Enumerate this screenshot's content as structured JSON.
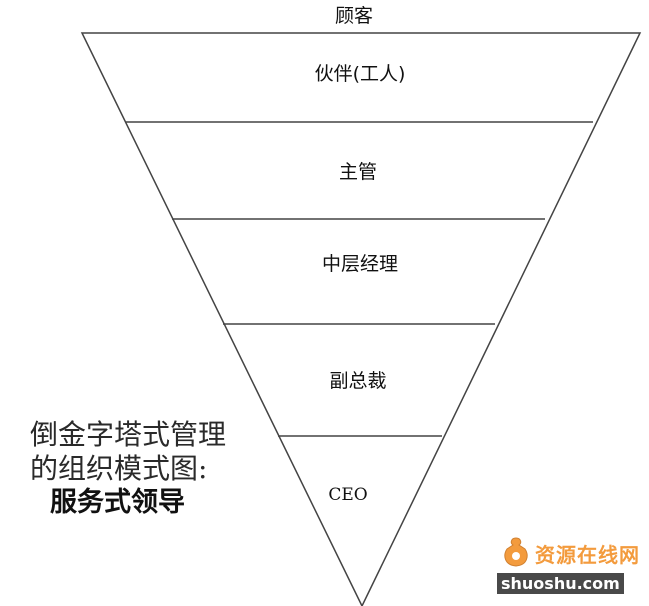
{
  "diagram": {
    "top_label": "顾客",
    "layers": [
      {
        "label": "伙伴(工人)"
      },
      {
        "label": "主管"
      },
      {
        "label": "中层经理"
      },
      {
        "label": "副总裁"
      },
      {
        "label": "CEO"
      }
    ]
  },
  "caption": {
    "line1": "倒金字塔式管理",
    "line2": "的组织模式图:",
    "line3": "服务式领导"
  },
  "watermark": {
    "brand": "资源在线网",
    "site": "shuoshu.com"
  }
}
